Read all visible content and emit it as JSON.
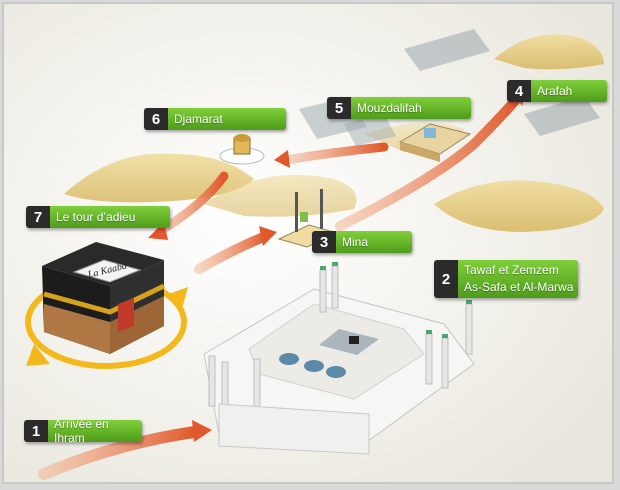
{
  "steps": [
    {
      "num": "1",
      "label": "Arrivée en Ihram"
    },
    {
      "num": "2",
      "label_line1": "Tawaf et Zemzem",
      "label_line2": "As-Safa et Al-Marwa"
    },
    {
      "num": "3",
      "label": "Mina"
    },
    {
      "num": "4",
      "label": "Arafah"
    },
    {
      "num": "5",
      "label": "Mouzdalifah"
    },
    {
      "num": "6",
      "label": "Djamarat"
    },
    {
      "num": "7",
      "label": "Le tour d’adieu"
    }
  ],
  "kaaba_sign": "La Kaaba",
  "colors": {
    "label_green": "#5fb02a",
    "number_box": "#2b2b2b",
    "arrow_orange": "#e0643a",
    "circle_arrow": "#f2b81c",
    "sand": "#e6cf8c"
  }
}
